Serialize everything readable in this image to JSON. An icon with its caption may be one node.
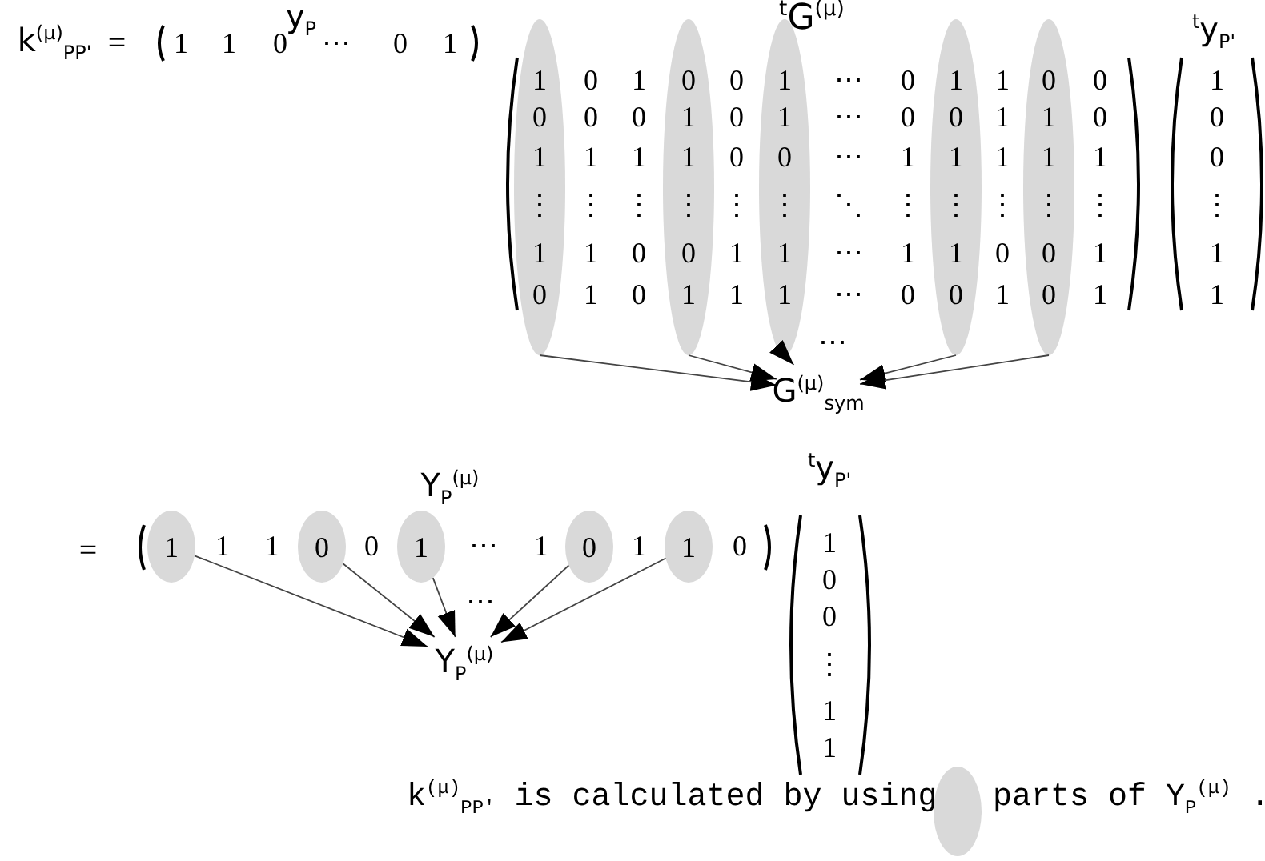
{
  "diagram": {
    "nodes": [
      {
        "text": [
          "1",
          "0",
          "1",
          "⋮",
          "1",
          "0"
        ]
      },
      {
        "text": [
          "0",
          "1",
          "1",
          "⋮",
          "0",
          "1"
        ]
      },
      {
        "text": [
          "1",
          "1",
          "0",
          "⋮",
          "1",
          "1"
        ]
      },
      {
        "text": [
          "1",
          "0",
          "1",
          "⋮",
          "1",
          "0"
        ]
      },
      {
        "text": [
          "0",
          "1",
          "1",
          "⋮",
          "0",
          "0"
        ]
      },
      {
        "text": [
          "G$^{(μ)}$$_{sym}$"
        ]
      },
      {
        "text": [
          "1"
        ]
      },
      {
        "text": [
          "0"
        ]
      },
      {
        "text": [
          "1"
        ]
      },
      {
        "text": [
          "0"
        ]
      },
      {
        "text": [
          "1"
        ]
      },
      {
        "text": [
          "Y$_{P}$$^{(μ)}$"
        ]
      }
    ],
    "edges": [
      {
        "from": 0,
        "to": 5,
        "arrow": "to"
      },
      {
        "from": 1,
        "to": 5,
        "arrow": "to"
      },
      {
        "from": 2,
        "to": 5,
        "arrow": "to"
      },
      {
        "from": 3,
        "to": 5,
        "arrow": "to"
      },
      {
        "from": 4,
        "to": 5,
        "arrow": "to"
      },
      {
        "from": 6,
        "to": 11,
        "arrow": "to"
      },
      {
        "from": 7,
        "to": 11,
        "arrow": "to"
      },
      {
        "from": 8,
        "to": 11,
        "arrow": "to"
      },
      {
        "from": 9,
        "to": 11,
        "arrow": "to"
      },
      {
        "from": 10,
        "to": 11,
        "arrow": "to"
      }
    ],
    "labels": [
      "k$^{(μ)}$$_{PP'}$",
      "=",
      "1",
      "1",
      "0",
      "y$_{P}$",
      "⋯",
      "0",
      "1",
      "$^{t}$G$^{(μ)}$",
      "$^{t}$y$_{P'}$",
      "0",
      "1",
      "0",
      "⋯",
      "0",
      "1",
      "0",
      "1",
      "0",
      "0",
      "0",
      "⋯",
      "0",
      "1",
      "0",
      "0",
      "1",
      "1",
      "0",
      "⋯",
      "1",
      "1",
      "1",
      "0",
      "⋮",
      "⋮",
      "⋮",
      "⋱",
      "⋮",
      "⋮",
      "⋮",
      "⋮",
      "1",
      "0",
      "1",
      "⋯",
      "1",
      "0",
      "1",
      "1",
      "1",
      "0",
      "1",
      "⋯",
      "0",
      "1",
      "1",
      "1",
      "⋯",
      "Y$_{P}$$^{(μ)}$",
      "$^{t}$y$_{P'}$",
      "=",
      "1",
      "1",
      "0",
      "⋯",
      "1",
      "1",
      "0",
      "1",
      "0",
      "0",
      "⋮",
      "1",
      "1",
      "⋯",
      "k$^{(μ)}$$_{PP'}$ is calculated by using",
      "parts of Y$_{P}$$^{(μ)}$ ."
    ]
  }
}
